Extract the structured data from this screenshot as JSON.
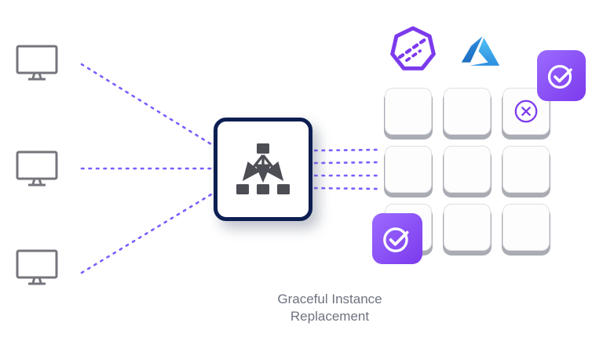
{
  "caption": {
    "line1": "Graceful Instance",
    "line2": "Replacement",
    "full_text": "Graceful Instance Replacement"
  },
  "colors": {
    "connector_purple": "#7B5CFF",
    "badge_purple_light": "#9B6BFF",
    "badge_purple_dark": "#7C3AED",
    "logo_purple": "#7C3AED",
    "box_border_navy": "#0C1E52",
    "tree_icon_gray": "#4D4D55",
    "monitor_gray": "#75757D",
    "cell_fill": "#FDFDFD",
    "cell_border": "#E0E0E4",
    "cell_shadow": "#AAACB4",
    "caption_gray": "#6E7380",
    "azure_blue_dark": "#1D6EC0",
    "azure_blue_light": "#54C1F4",
    "background": "#FFFFFF"
  },
  "icons": {
    "monitor": "monitor-icon",
    "distribution_tree": "distribution-tree-icon",
    "circle_check_glyph": "✓",
    "circle_x_glyph": "✕",
    "heptagon_dash_logo": "heptagon-dash-logo-icon",
    "azure_logo": "azure-logo-icon"
  },
  "monitors": {
    "count": 3
  },
  "grid": {
    "rows": 3,
    "cols": 3,
    "cells": [
      "normal",
      "normal",
      "terminating",
      "normal",
      "normal",
      "normal",
      "replacing",
      "normal",
      "normal"
    ]
  },
  "badges": {
    "top_right": "circle-check",
    "bottom_left": "circle-check"
  }
}
